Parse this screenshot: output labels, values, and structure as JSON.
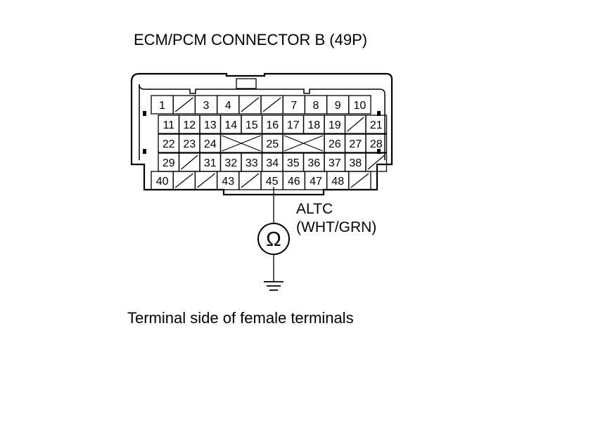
{
  "title": "ECM/PCM CONNECTOR B (49P)",
  "caption": "Terminal side of female terminals",
  "probe": {
    "terminal": "45",
    "wire_name": "ALTC",
    "wire_color": "(WHT/GRN)",
    "meter_symbol": "Ω",
    "meter_icon": "ohmmeter-icon",
    "ground_icon": "ground-icon"
  },
  "connector": {
    "pin_count": 49,
    "rows": [
      [
        "1",
        "/",
        "3",
        "4",
        "/",
        "/",
        "7",
        "8",
        "9",
        "10"
      ],
      [
        "11",
        "12",
        "13",
        "14",
        "15",
        "16",
        "17",
        "18",
        "19",
        "/",
        "21"
      ],
      [
        "22",
        "23",
        "24",
        "X",
        "25",
        "X",
        "26",
        "27",
        "28"
      ],
      [
        "29",
        "/",
        "31",
        "32",
        "33",
        "34",
        "35",
        "36",
        "37",
        "38",
        "/"
      ],
      [
        "40",
        "/",
        "/",
        "43",
        "/",
        "45",
        "46",
        "47",
        "48",
        "/"
      ]
    ]
  }
}
